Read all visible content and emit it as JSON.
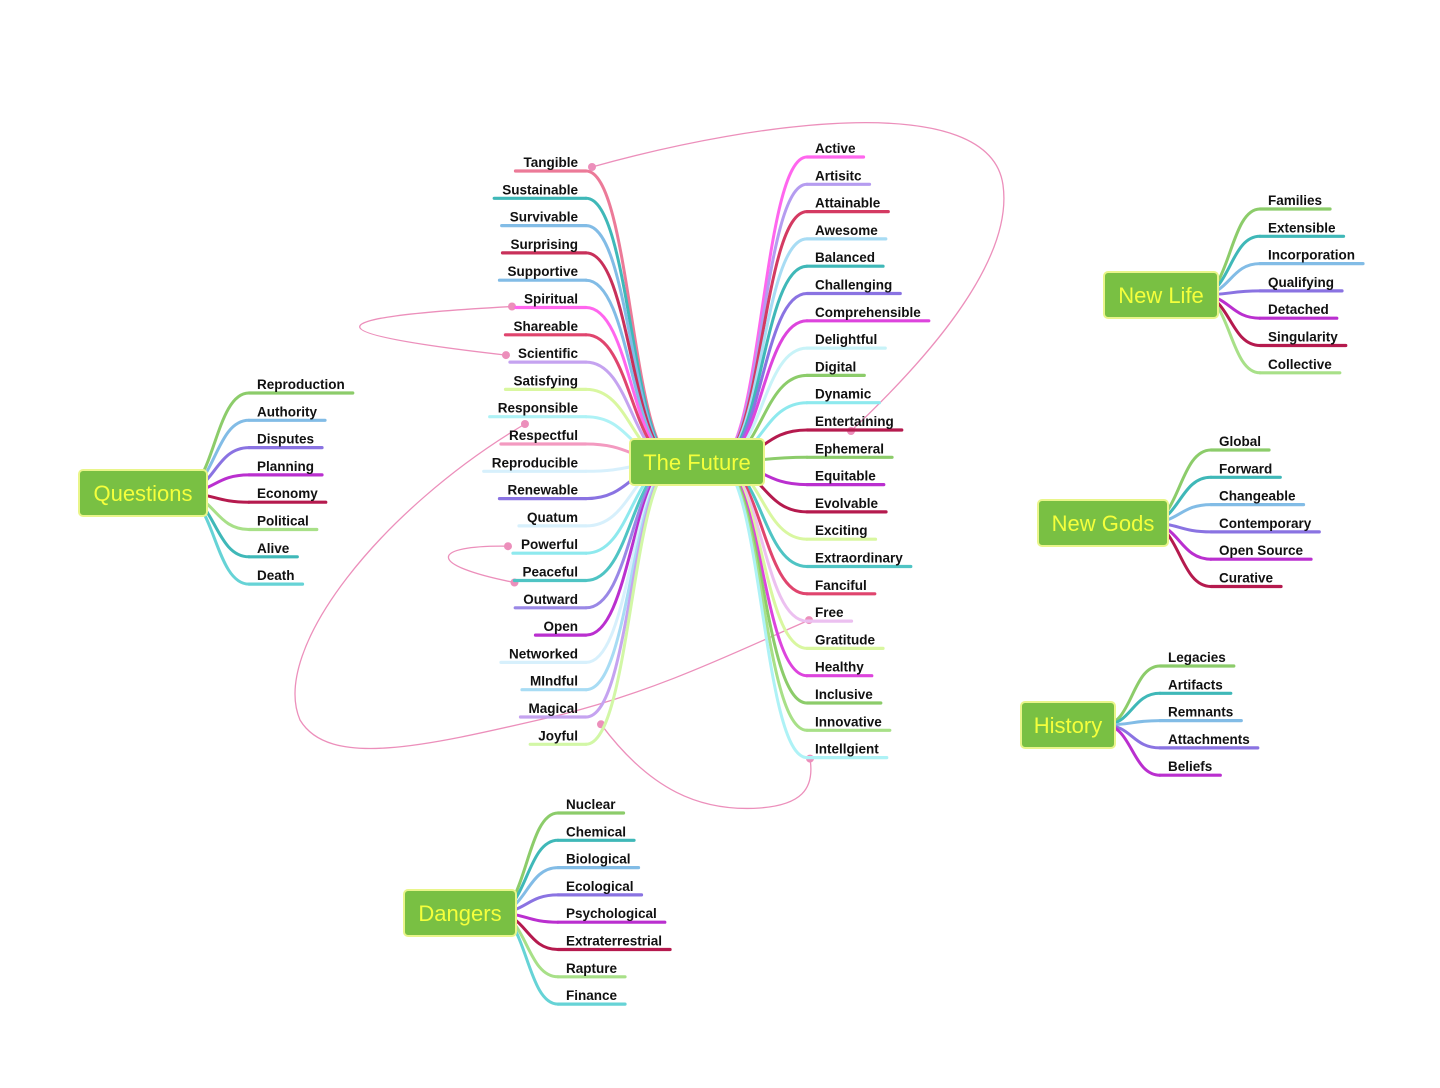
{
  "palette": [
    "#8ccc6a",
    "#3fb8b8",
    "#82bce6",
    "#c8305a",
    "#7f9de0",
    "#ff66ee",
    "#cc2266",
    "#c5a3f0",
    "#d9f7a0",
    "#aef2f6",
    "#f39ac0",
    "#8a73e2",
    "#bff5f8",
    "#a8e088",
    "#ec5b8a",
    "#b51a4e",
    "#66d3d6",
    "#ba2fcf",
    "#d7f0fc",
    "#e67a99",
    "#ecc0f0",
    "#4fc4c4"
  ],
  "center": {
    "label": "The Future",
    "left": [
      {
        "label": "Tangible",
        "color": "#ec7a98"
      },
      {
        "label": "Sustainable",
        "color": "#3fb8b8"
      },
      {
        "label": "Survivable",
        "color": "#82bce6"
      },
      {
        "label": "Surprising",
        "color": "#c8305a"
      },
      {
        "label": "Supportive",
        "color": "#82bce6"
      },
      {
        "label": "Spiritual",
        "color": "#ff66ee"
      },
      {
        "label": "Shareable",
        "color": "#e0456e"
      },
      {
        "label": "Scientific",
        "color": "#c5a3f0"
      },
      {
        "label": "Satisfying",
        "color": "#d9f7a0"
      },
      {
        "label": "Responsible",
        "color": "#aef2f6"
      },
      {
        "label": "Respectful",
        "color": "#f39ac0"
      },
      {
        "label": "Reproducible",
        "color": "#d7f0fc"
      },
      {
        "label": "Renewable",
        "color": "#8a73e2"
      },
      {
        "label": "Quatum",
        "color": "#d7f0fc"
      },
      {
        "label": "Powerful",
        "color": "#8ee9ee"
      },
      {
        "label": "Peaceful",
        "color": "#4fc4c4"
      },
      {
        "label": "Outward",
        "color": "#9a88e6"
      },
      {
        "label": "Open",
        "color": "#ba2fcf"
      },
      {
        "label": "Networked",
        "color": "#d7f0fc"
      },
      {
        "label": "MIndful",
        "color": "#a8dcf4"
      },
      {
        "label": "Magical",
        "color": "#c5a3f0"
      },
      {
        "label": "Joyful",
        "color": "#d2f7a6"
      }
    ],
    "right": [
      {
        "label": "Active",
        "color": "#ff66ee"
      },
      {
        "label": "Artisitc",
        "color": "#b59cf0"
      },
      {
        "label": "Attainable",
        "color": "#d43a62"
      },
      {
        "label": "Awesome",
        "color": "#a8dcf4"
      },
      {
        "label": "Balanced",
        "color": "#3fb8b8"
      },
      {
        "label": "Challenging",
        "color": "#8a73e2"
      },
      {
        "label": "Comprehensible",
        "color": "#dd44dd"
      },
      {
        "label": "Delightful",
        "color": "#c8f3f8"
      },
      {
        "label": "Digital",
        "color": "#8ccc6a"
      },
      {
        "label": "Dynamic",
        "color": "#8ee9ee"
      },
      {
        "label": "Entertaining",
        "color": "#b51a4e"
      },
      {
        "label": "Ephemeral",
        "color": "#8ccc6a"
      },
      {
        "label": "Equitable",
        "color": "#ba2fcf"
      },
      {
        "label": "Evolvable",
        "color": "#b51a4e"
      },
      {
        "label": "Exciting",
        "color": "#d9f7a0"
      },
      {
        "label": "Extraordinary",
        "color": "#4fc4c4"
      },
      {
        "label": "Fanciful",
        "color": "#e0456e"
      },
      {
        "label": "Free",
        "color": "#ecc0f0"
      },
      {
        "label": "Gratitude",
        "color": "#d9f7a0"
      },
      {
        "label": "Healthy",
        "color": "#dd44dd"
      },
      {
        "label": "Inclusive",
        "color": "#8ccc6a"
      },
      {
        "label": "Innovative",
        "color": "#a8e088"
      },
      {
        "label": "Intellgient",
        "color": "#aef2f6"
      }
    ]
  },
  "questions": {
    "label": "Questions",
    "items": [
      {
        "label": "Reproduction",
        "color": "#8ccc6a"
      },
      {
        "label": "Authority",
        "color": "#82bce6"
      },
      {
        "label": "Disputes",
        "color": "#8a73e2"
      },
      {
        "label": "Planning",
        "color": "#ba2fcf"
      },
      {
        "label": "Economy",
        "color": "#b51a4e"
      },
      {
        "label": "Political",
        "color": "#a8e088"
      },
      {
        "label": "Alive",
        "color": "#3fb8b8"
      },
      {
        "label": "Death",
        "color": "#66d3d6"
      }
    ]
  },
  "dangers": {
    "label": "Dangers",
    "items": [
      {
        "label": "Nuclear",
        "color": "#8ccc6a"
      },
      {
        "label": "Chemical",
        "color": "#3fb8b8"
      },
      {
        "label": "Biological",
        "color": "#82bce6"
      },
      {
        "label": "Ecological",
        "color": "#8a73e2"
      },
      {
        "label": "Psychological",
        "color": "#ba2fcf"
      },
      {
        "label": "Extraterrestrial",
        "color": "#b51a4e"
      },
      {
        "label": "Rapture",
        "color": "#a8e088"
      },
      {
        "label": "Finance",
        "color": "#66d3d6"
      }
    ]
  },
  "new_life": {
    "label": "New Life",
    "items": [
      {
        "label": "Families",
        "color": "#8ccc6a"
      },
      {
        "label": "Extensible",
        "color": "#3fb8b8"
      },
      {
        "label": "Incorporation",
        "color": "#82bce6"
      },
      {
        "label": "Qualifying",
        "color": "#8a73e2"
      },
      {
        "label": "Detached",
        "color": "#ba2fcf"
      },
      {
        "label": "Singularity",
        "color": "#b51a4e"
      },
      {
        "label": "Collective",
        "color": "#a8e088"
      }
    ]
  },
  "new_gods": {
    "label": "New Gods",
    "items": [
      {
        "label": "Global",
        "color": "#8ccc6a"
      },
      {
        "label": "Forward",
        "color": "#3fb8b8"
      },
      {
        "label": "Changeable",
        "color": "#82bce6"
      },
      {
        "label": "Contemporary",
        "color": "#8a73e2"
      },
      {
        "label": "Open Source",
        "color": "#ba2fcf"
      },
      {
        "label": "Curative",
        "color": "#b51a4e"
      }
    ]
  },
  "history": {
    "label": "History",
    "items": [
      {
        "label": "Legacies",
        "color": "#8ccc6a"
      },
      {
        "label": "Artifacts",
        "color": "#3fb8b8"
      },
      {
        "label": "Remnants",
        "color": "#82bce6"
      },
      {
        "label": "Attachments",
        "color": "#8a73e2"
      },
      {
        "label": "Beliefs",
        "color": "#ba2fcf"
      }
    ]
  },
  "relationships": [
    {
      "from": "Tangible",
      "to": "Entertaining"
    },
    {
      "from": "Spiritual",
      "to": "Scientific"
    },
    {
      "from": "Respectful",
      "to": "Free"
    },
    {
      "from": "Powerful",
      "to": "Peaceful"
    },
    {
      "from": "Joyful",
      "to": "Intellgient"
    }
  ],
  "link_color": "#ec8fbb",
  "topic_fill": "#79c043",
  "topic_text_color": "#f4ff3c"
}
